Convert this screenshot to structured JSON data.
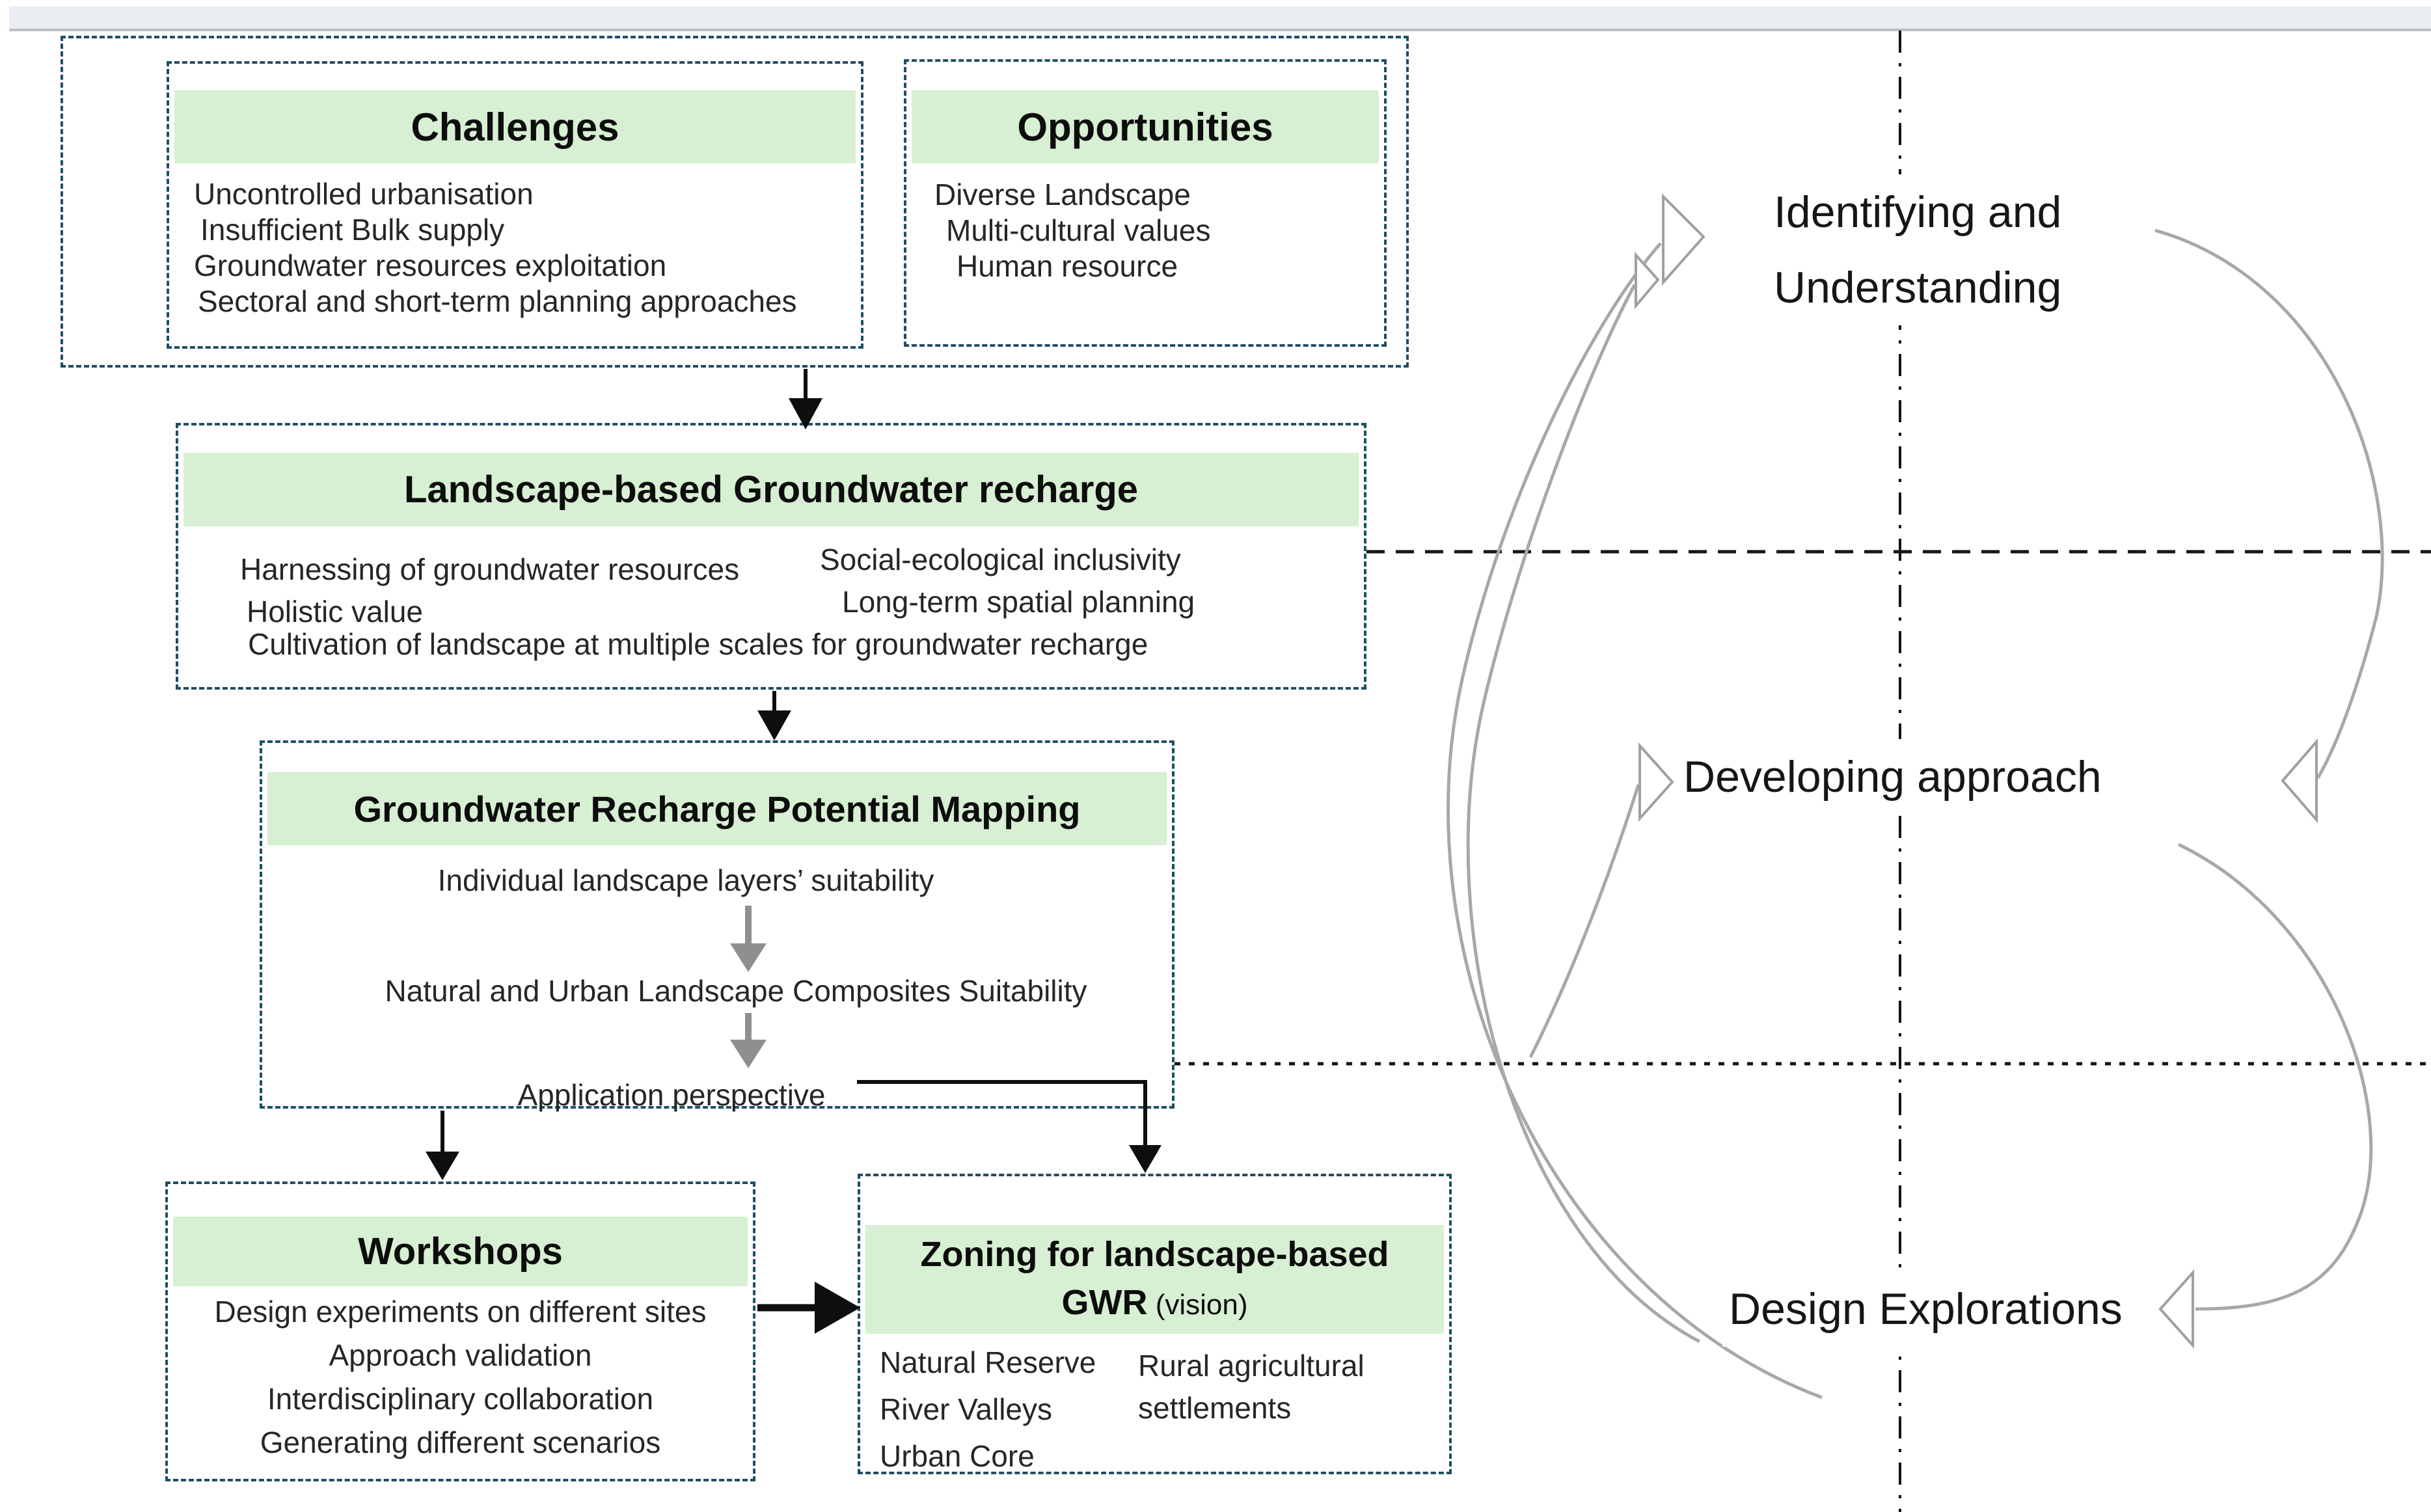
{
  "colors": {
    "header_green": "#d7efd2",
    "dash_teal": "#1f4f63",
    "connector_gray": "#a8a8a8",
    "arrow_black": "#0e0e0e",
    "topbar_bg": "#e9edf1",
    "topbar_border": "#b9c0c6"
  },
  "boxes": {
    "challenges": {
      "title": "Challenges",
      "items": [
        "Uncontrolled urbanisation",
        "Insufficient Bulk supply",
        "Groundwater resources exploitation",
        "Sectoral and short-term planning approaches"
      ]
    },
    "opportunities": {
      "title": "Opportunities",
      "items": [
        "Diverse Landscape",
        "Multi-cultural values",
        "Human resource"
      ]
    },
    "landscape": {
      "title": "Landscape-based Groundwater recharge",
      "harnessing": "Harnessing of groundwater resources",
      "holistic": "Holistic value",
      "cultivation": "Cultivation of landscape at multiple scales for groundwater recharge",
      "social": "Social-ecological inclusivity",
      "longterm": "Long-term spatial planning"
    },
    "mapping": {
      "title": "Groundwater Recharge Potential Mapping",
      "step1": "Individual landscape layers’ suitability",
      "step2": "Natural and Urban Landscape Composites Suitability",
      "step3": "Application perspective"
    },
    "workshops": {
      "title": "Workshops",
      "items": [
        "Design  experiments on different sites",
        "Approach validation",
        "Interdisciplinary collaboration",
        "Generating different scenarios"
      ]
    },
    "zoning": {
      "title_line1": "Zoning for landscape-based",
      "title_gwr": "GWR",
      "title_vision": " (vision)",
      "left_items": [
        "Natural Reserve",
        "River Valleys",
        "Urban Core"
      ],
      "right_item_line1": "Rural agricultural",
      "right_item_line2": "settlements"
    }
  },
  "phases": {
    "p1_line1": "Identifying and",
    "p1_line2": "Understanding",
    "p2": "Developing approach",
    "p3": "Design Explorations"
  }
}
